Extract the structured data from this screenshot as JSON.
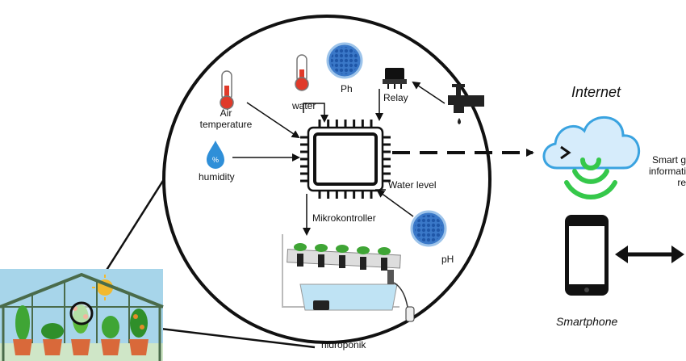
{
  "labels": {
    "air_temperature_line1": "Air",
    "air_temperature_line2": "temperature",
    "water": "water",
    "ph_top": "Ph",
    "relay": "Relay",
    "humidity": "humidity",
    "water_level": "Water level",
    "mikrokontroller": "Mikrokontroller",
    "ph_bottom": "pH",
    "hidroponik": "hidroponik",
    "internet": "Internet",
    "smartphone": "Smartphone",
    "cloud_text_line1": "Smart g",
    "cloud_text_line2": "informati",
    "cloud_text_line3": "re",
    "humidity_symbol": "%"
  },
  "icons": {
    "thermometer": "thermometer-icon",
    "ph_sensor": "ph-sensor-icon",
    "relay": "relay-icon",
    "faucet": "faucet-icon",
    "water_drop": "water-drop-icon",
    "microcontroller": "microcontroller-chip-icon",
    "cloud": "cloud-icon",
    "wifi": "wifi-signal-icon",
    "smartphone": "smartphone-icon",
    "greenhouse": "greenhouse-icon",
    "hydroponic": "hydroponic-system-icon"
  },
  "colors": {
    "cloud_fill": "#d6ecfb",
    "cloud_stroke": "#3aa3e0",
    "wifi_green": "#35c84a",
    "drop_blue": "#2f8fd8",
    "thermo_red": "#e03a2a",
    "ph_blue": "#3a78c8",
    "plant_green": "#3fa535"
  }
}
